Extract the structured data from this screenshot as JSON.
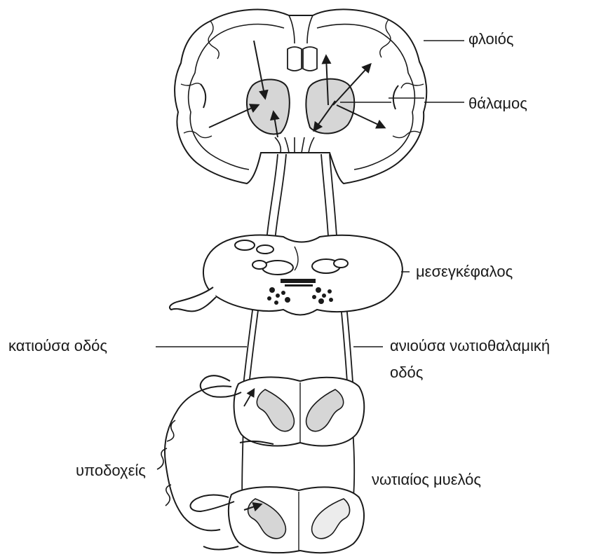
{
  "labels": {
    "cortex": "φλοιός",
    "thalamus": "θάλαμος",
    "midbrain": "μεσεγκέφαλος",
    "descending_pathway": "κατιούσα οδός",
    "ascending_pathway_line1": "ανιούσα νωτιοθαλαμική",
    "ascending_pathway_line2": "οδός",
    "receptors": "υποδοχείς",
    "spinal_cord": "νωτιαίος μυελός"
  },
  "colors": {
    "outline": "#1a1a1a",
    "shading": "#d6d6d6",
    "background": "#ffffff"
  }
}
